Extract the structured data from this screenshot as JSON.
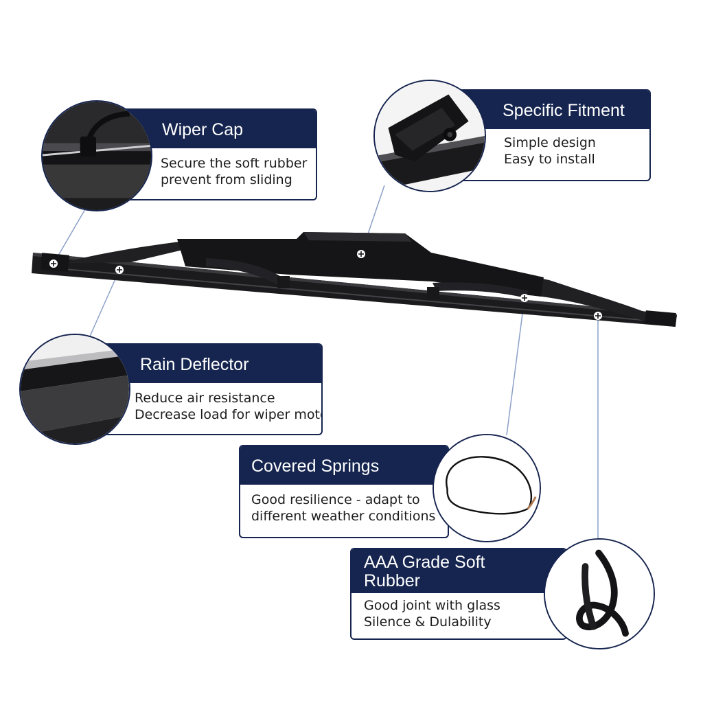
{
  "colors": {
    "navy": "#16254f",
    "blade": "#1b1b1d",
    "leader": "#8aa0c8"
  },
  "callouts": {
    "wiper_cap": {
      "title": "Wiper Cap",
      "lines": [
        "Secure the soft rubber",
        "prevent from sliding"
      ],
      "icon": "wiper-cap-closeup"
    },
    "specific_fitment": {
      "title": "Specific Fitment",
      "lines": [
        "Simple design",
        "Easy to install"
      ],
      "icon": "connector-closeup"
    },
    "rain_deflector": {
      "title": "Rain Deflector",
      "lines": [
        "Reduce air resistance",
        "Decrease load for wiper motor"
      ],
      "icon": "deflector-closeup"
    },
    "covered_springs": {
      "title": "Covered Springs",
      "lines": [
        "Good resilience - adapt to",
        "different weather conditions"
      ],
      "icon": "spring-wire"
    },
    "soft_rubber": {
      "title_lines": [
        "AAA Grade Soft",
        "Rubber"
      ],
      "lines": [
        "Good joint with glass",
        "Silence & Dulability"
      ],
      "icon": "rubber-strip"
    }
  }
}
